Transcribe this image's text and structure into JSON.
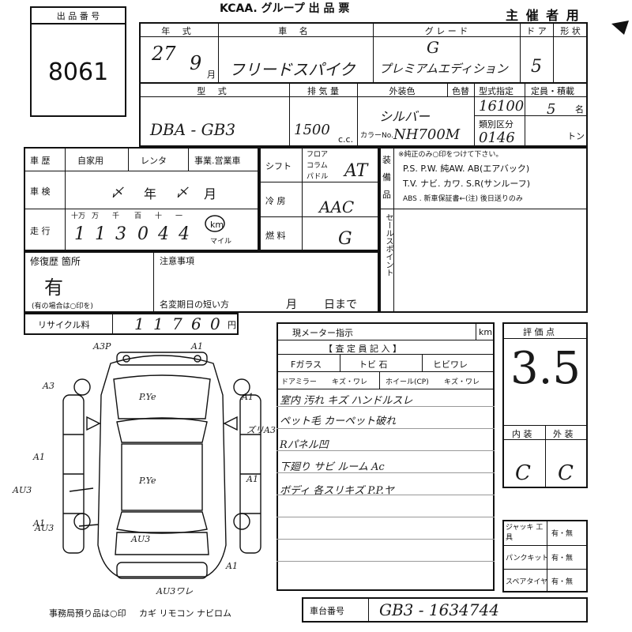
{
  "header": {
    "lot_label": "出 品 番 号",
    "lot_number": "8061",
    "title": "KCAA. グループ 出 品 票",
    "organizer": "主 催 者 用"
  },
  "top": {
    "year_type_label": "年 式",
    "year": "27",
    "month": "9",
    "month_suffix": "月",
    "car_name_label": "車 名",
    "car_name": "フリードスパイク",
    "grade_label": "グ レ ー ド",
    "grade_line1": "G",
    "grade_line2": "プレミアムエディション",
    "doors_label": "ド ア",
    "doors": "5",
    "shape_label": "形 状"
  },
  "model": {
    "model_label": "型 式",
    "model_code": "DBA - GB3",
    "displacement_label": "排 気 量",
    "displacement": "1500",
    "cc": "c.c.",
    "exterior_color_label": "外装色",
    "color_change_label": "色替",
    "exterior_color": "シルバー",
    "color_no_label": "カラーNo.",
    "color_code": "NH700M",
    "type_designation_label": "型式指定",
    "type_designation": "16100",
    "classification_label": "類別区分",
    "classification": "0146",
    "capacity_label": "定員・積載",
    "capacity": "5",
    "capacity_unit": "名",
    "load_unit": "トン"
  },
  "history": {
    "history_label": "車 歴",
    "private": "自家用",
    "rental": "レンタ",
    "business": "事業.営業車",
    "inspection_label": "車 検",
    "insp_year": "年",
    "insp_month": "月",
    "mileage_label": "走 行",
    "digit_labels": [
      "十万",
      "万",
      "千",
      "百",
      "十",
      "一"
    ],
    "mileage_digits": [
      "1",
      "1",
      "3",
      "0",
      "4",
      "4"
    ],
    "km": "km",
    "mile": "マイル"
  },
  "specs": {
    "shift_label": "シフト",
    "floor": "フロア",
    "column": "コラム",
    "paddle": "パドル",
    "shift_value": "AT",
    "ac_label": "冷 房",
    "ac_value": "AAC",
    "fuel_label": "燃 料",
    "fuel_value": "G"
  },
  "equipment": {
    "label_chars": [
      "装",
      "備",
      "品"
    ],
    "note": "※純正のみ○印をつけて下さい。",
    "row1": "P.S. P.W. 純AW. AB(エアバック)",
    "row2": "T.V. ナビ. カワ. S.R(サンルーフ)",
    "row3": "ABS . 新車保証書←(注) 後日送りのみ",
    "sales_point_label": "セールスポイント"
  },
  "repair": {
    "label": "修復歴 箇所",
    "value": "有",
    "note": "(有の場合は○印を)",
    "attention_label": "注意事項",
    "deadline_label": "名変期日の短い方",
    "deadline_month": "月",
    "deadline_day": "日まで"
  },
  "recycle": {
    "label": "リサイクル料",
    "digits": [
      "1",
      "1",
      "7",
      "6",
      "0"
    ],
    "unit": "円"
  },
  "meter": {
    "label": "現メーター指示",
    "unit": "km",
    "inspector_label": "【 査 定 員 記 入 】",
    "windshield": "Fガラス",
    "chip": "トビ 石",
    "crack": "ヒビワレ",
    "mirror": "ドアミラー",
    "mirror_vals": "キズ・ワレ",
    "wheel": "ホイール(CP)",
    "wheel_vals": "キズ・ワレ"
  },
  "notes": [
    "室内 汚れ キズ ハンドルスレ",
    "ペット毛 カーペット破れ",
    "Rパネル凹",
    "下廻り サビ ルーム Ac",
    "ボディ 各スリキズ P.P.ヤ"
  ],
  "diagram_marks": [
    "A3P",
    "A1",
    "A3",
    "A1",
    "ズリA3",
    "A1",
    "A1",
    "AU3",
    "A1",
    "AU3",
    "AU3",
    "A1",
    "AU3ワレ",
    "P.Ye",
    "P.Ye"
  ],
  "score": {
    "label": "評 価 点",
    "value": "3.5",
    "interior_label": "内 装",
    "exterior_label": "外 装",
    "interior": "C",
    "exterior": "C"
  },
  "tools": {
    "jack_label": "ジャッキ 工 具",
    "jack_val": "有・無",
    "puncture_label": "パンクキット",
    "puncture_val": "有・無",
    "spare_label": "スペアタイヤ",
    "spare_val": "有・無"
  },
  "footer": {
    "deposit_note": "事務局預り品は○印",
    "items": "カギ リモコン ナビロム",
    "chassis_label": "車台番号",
    "chassis": "GB3 - 1634744"
  }
}
